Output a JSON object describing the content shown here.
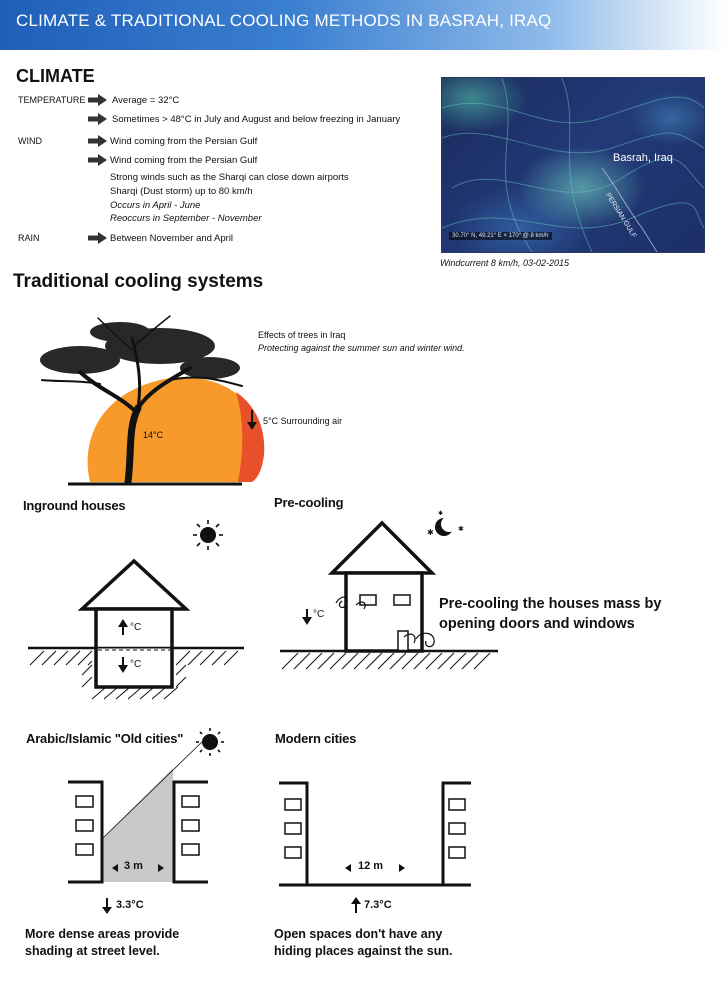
{
  "header": {
    "title": "CLIMATE & TRADITIONAL COOLING METHODS IN BASRAH, IRAQ"
  },
  "climate": {
    "heading": "CLIMATE",
    "temperature": {
      "label": "TEMPERATURE",
      "items": [
        "Average = 32°C",
        "Sometimes > 48°C in July and August and below freezing in January"
      ]
    },
    "wind": {
      "label": "WIND",
      "items": [
        "Wind coming from the Persian Gulf",
        "Wind coming from the Persian Gulf"
      ],
      "details": [
        "Strong winds such as the Sharqi can close down airports",
        "Sharqi (Dust storm) up to 80 km/h"
      ],
      "seasons": [
        "Occurs in April - June",
        "Reoccurs in September - November"
      ]
    },
    "rain": {
      "label": "RAIN",
      "items": [
        "Between November and April"
      ]
    }
  },
  "map": {
    "place_label": "Basrah, Iraq",
    "water_label": "PERSIAN GULF",
    "coord_readout": "30.70° N, 49.21° E ×  170° @ 8 km/h",
    "caption": "Windcurrent 8 km/h, 03-02-2015"
  },
  "cooling": {
    "heading": "Traditional cooling systems",
    "trees": {
      "title": "Effects of trees in Iraq",
      "subtitle": "Protecting against the summer sun and winter wind.",
      "shade_temp": "14°C",
      "surround_note": "5°C Surrounding air"
    },
    "inground": {
      "title": "Inground houses",
      "upper_label": "°C",
      "lower_label": "°C"
    },
    "precooling": {
      "title": "Pre-cooling",
      "temp_label": "°C",
      "description": "Pre-cooling the houses mass by opening doors and windows"
    },
    "old_cities": {
      "title": "Arabic/Islamic \"Old cities\"",
      "width": "3 m",
      "temp": "3.3°C",
      "caption": "More dense areas provide shading at street level."
    },
    "modern_cities": {
      "title": "Modern cities",
      "width": "12 m",
      "temp": "7.3°C",
      "caption": "Open spaces don't have any hiding places against the sun."
    }
  },
  "colors": {
    "banner": "#2a6cc4",
    "shade_orange": "#f79a2b",
    "warm_red": "#e8502a",
    "street_gray": "#c8c8c8"
  }
}
